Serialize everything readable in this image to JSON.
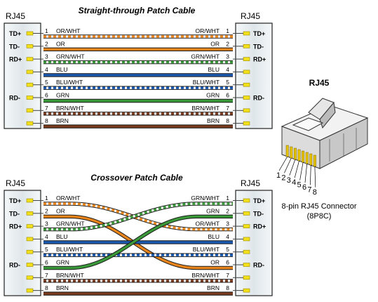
{
  "straight": {
    "title": "Straight-through Patch Cable",
    "left_label": "RJ45",
    "right_label": "RJ45",
    "left_pins": [
      "TD+",
      "TD-",
      "RD+",
      "",
      "",
      "RD-",
      "",
      ""
    ],
    "right_pins": [
      "TD+",
      "TD-",
      "RD+",
      "",
      "",
      "RD-",
      "",
      ""
    ],
    "wires": [
      {
        "num": "1",
        "left": "OR/WHT",
        "right": "OR/WHT",
        "rnum": "1"
      },
      {
        "num": "2",
        "left": "OR",
        "right": "OR",
        "rnum": "2"
      },
      {
        "num": "3",
        "left": "GRN/WHT",
        "right": "GRN/WHT",
        "rnum": "3"
      },
      {
        "num": "4",
        "left": "BLU",
        "right": "BLU",
        "rnum": "4"
      },
      {
        "num": "5",
        "left": "BLU/WHT",
        "right": "BLU/WHT",
        "rnum": "5"
      },
      {
        "num": "6",
        "left": "GRN",
        "right": "GRN",
        "rnum": "6"
      },
      {
        "num": "7",
        "left": "BRN/WHT",
        "right": "BRN/WHT",
        "rnum": "7"
      },
      {
        "num": "8",
        "left": "BRN",
        "right": "BRN",
        "rnum": "8"
      }
    ]
  },
  "crossover": {
    "title": "Crossover Patch Cable",
    "left_label": "RJ45",
    "right_label": "RJ45",
    "left_pins": [
      "TD+",
      "TD-",
      "RD+",
      "",
      "",
      "RD-",
      "",
      ""
    ],
    "right_pins": [
      "TD+",
      "TD-",
      "RD+",
      "",
      "",
      "RD-",
      "",
      ""
    ],
    "wires": [
      {
        "num": "1",
        "left": "OR/WHT",
        "right": "GRN/WHT",
        "rnum": "1"
      },
      {
        "num": "2",
        "left": "OR",
        "right": "GRN",
        "rnum": "2"
      },
      {
        "num": "3",
        "left": "GRN/WHT",
        "right": "OR/WHT",
        "rnum": "3"
      },
      {
        "num": "4",
        "left": "BLU",
        "right": "BLU",
        "rnum": "4"
      },
      {
        "num": "5",
        "left": "BLU/WHT",
        "right": "BLU/WHT",
        "rnum": "5"
      },
      {
        "num": "6",
        "left": "GRN",
        "right": "OR",
        "rnum": "6"
      },
      {
        "num": "7",
        "left": "BRN/WHT",
        "right": "BRN/WHT",
        "rnum": "7"
      },
      {
        "num": "8",
        "left": "BRN",
        "right": "BRN",
        "rnum": "8"
      }
    ]
  },
  "connector": {
    "title": "RJ45",
    "pin_numbers": [
      "1",
      "2",
      "3",
      "4",
      "5",
      "6",
      "7",
      "8"
    ],
    "caption_line1": "8-pin RJ45 Connector",
    "caption_line2": "(8P8C)"
  },
  "colors": {
    "orange": "#e8841c",
    "green": "#3a9a3a",
    "blue": "#1a5ab0",
    "brown": "#7a3a1e",
    "box_fill": "#e6ecef",
    "pin_yellow": "#f2e01a"
  }
}
